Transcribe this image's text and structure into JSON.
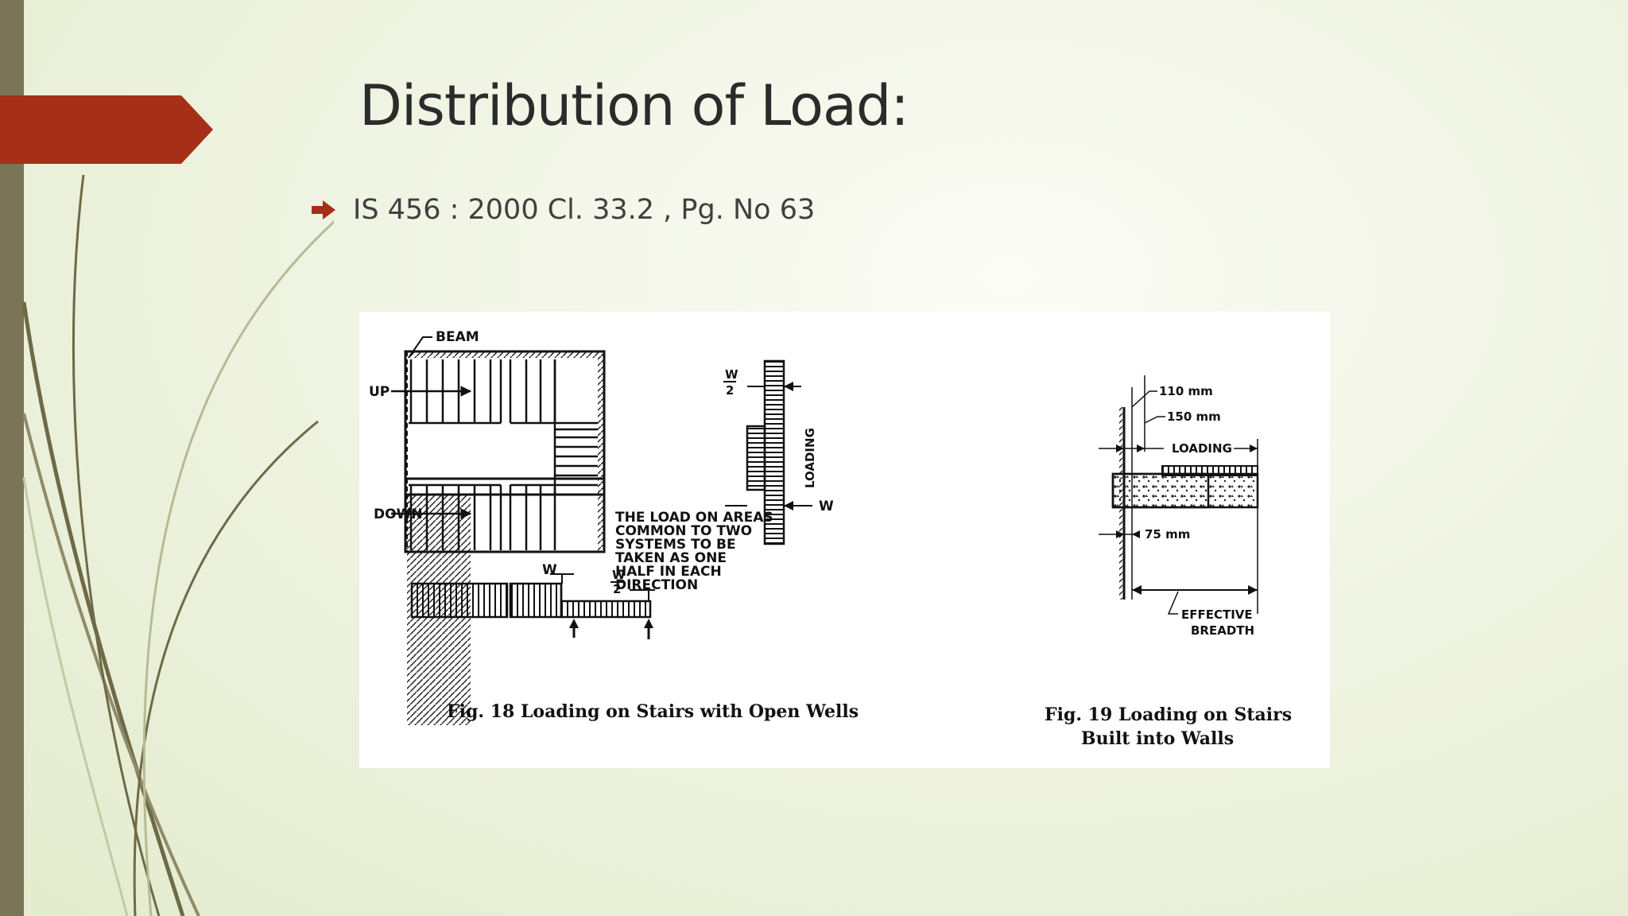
{
  "slide": {
    "title": "Distribution of Load:",
    "bullet": "IS 456 : 2000 Cl. 33.2 , Pg. No 63"
  },
  "figure18": {
    "beam": "BEAM",
    "up": "UP",
    "down": "DOWN",
    "w": "W",
    "w_half_num": "W",
    "w_half_den": "2",
    "note": [
      "THE LOAD ON AREAS",
      "COMMON TO TWO",
      "SYSTEMS TO BE",
      "TAKEN AS ONE",
      "HALF IN EACH",
      "DIRECTION"
    ],
    "loading": "LOADING",
    "caption": "Fig. 18 Loading on Stairs with Open Wells"
  },
  "figure19": {
    "dim_110": "110 mm",
    "dim_150": "150 mm",
    "loading": "LOADING",
    "dim_75": "75 mm",
    "effective": "EFFECTIVE",
    "breadth": "BREADTH",
    "caption_line1": "Fig. 19 Loading on Stairs",
    "caption_line2": "Built into Walls"
  },
  "colors": {
    "accent": "#a52f17",
    "left_bar": "#7a7556",
    "swoosh": "#6e6a48"
  }
}
